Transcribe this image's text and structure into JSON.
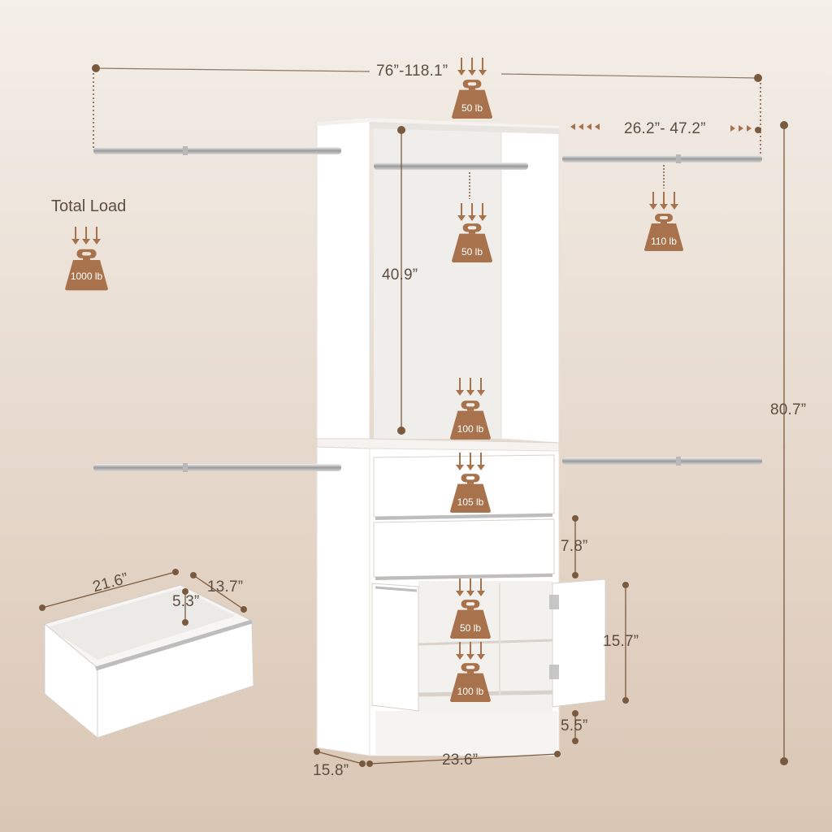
{
  "total_load": {
    "title": "Total Load",
    "weight": "1000 lb"
  },
  "dimensions": {
    "overall_width": "76”-118.1”",
    "rod_extension": "26.2”- 47.2”",
    "hanging_height": "40.9”",
    "total_height": "80.7”",
    "drawer_gap": "7.8”",
    "cabinet_height": "15.7”",
    "base_height": "5.5”",
    "width": "23.6”",
    "depth": "15.8”",
    "drawer_width": "21.6”",
    "drawer_depth": "13.7”",
    "drawer_height": "5.3”"
  },
  "loads": {
    "top": "50 lb",
    "rod_right": "110 lb",
    "inner_rod": "50 lb",
    "shelf": "100 lb",
    "drawer": "105 lb",
    "cabinet_shelf": "50 lb",
    "cabinet_bottom": "100 lb"
  },
  "colors": {
    "background_top": "#f3eee8",
    "background_bottom": "#dcc9b8",
    "weight_fill": "#a8734c",
    "accent_line": "#7a5a3f",
    "furniture": "#ffffff"
  }
}
